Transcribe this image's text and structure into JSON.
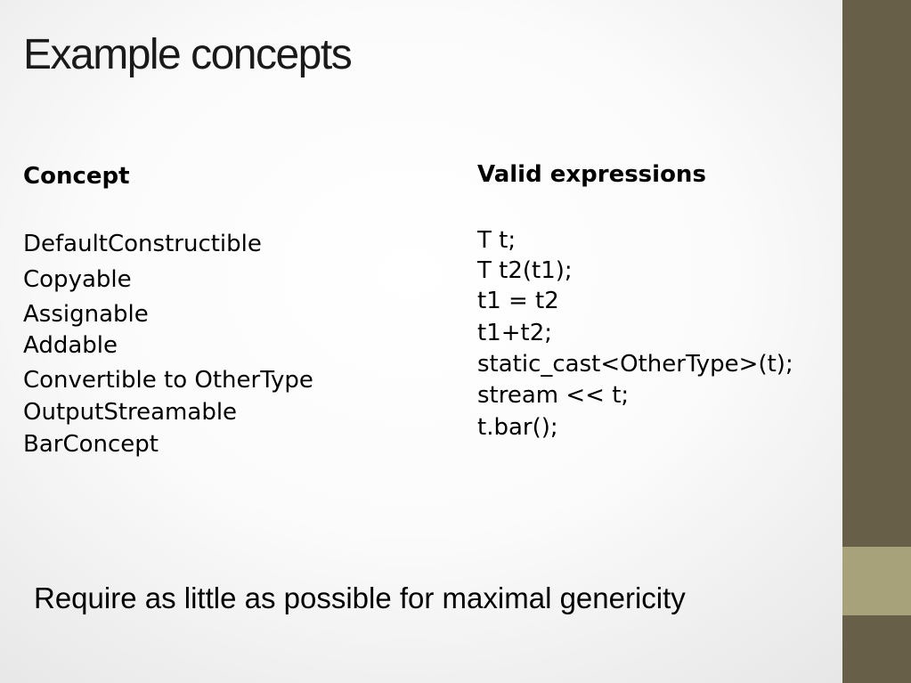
{
  "slide": {
    "title": "Example concepts",
    "concept_heading": "Concept",
    "expressions_heading": "Valid expressions",
    "concepts": [
      "DefaultConstructible",
      "Copyable",
      "Assignable",
      "Addable",
      "Convertible to OtherType",
      "OutputStreamable",
      "BarConcept"
    ],
    "expressions": [
      "T t;",
      "T t2(t1);",
      "t1 = t2",
      "t1+t2;",
      "static_cast<OtherType>(t);",
      "stream << t;",
      "t.bar();"
    ],
    "footer": "Require as little as possible for maximal genericity"
  },
  "colors": {
    "sidebar": "#675f48",
    "sidebar_accent": "#a8a27a",
    "background": "#ffffff"
  }
}
